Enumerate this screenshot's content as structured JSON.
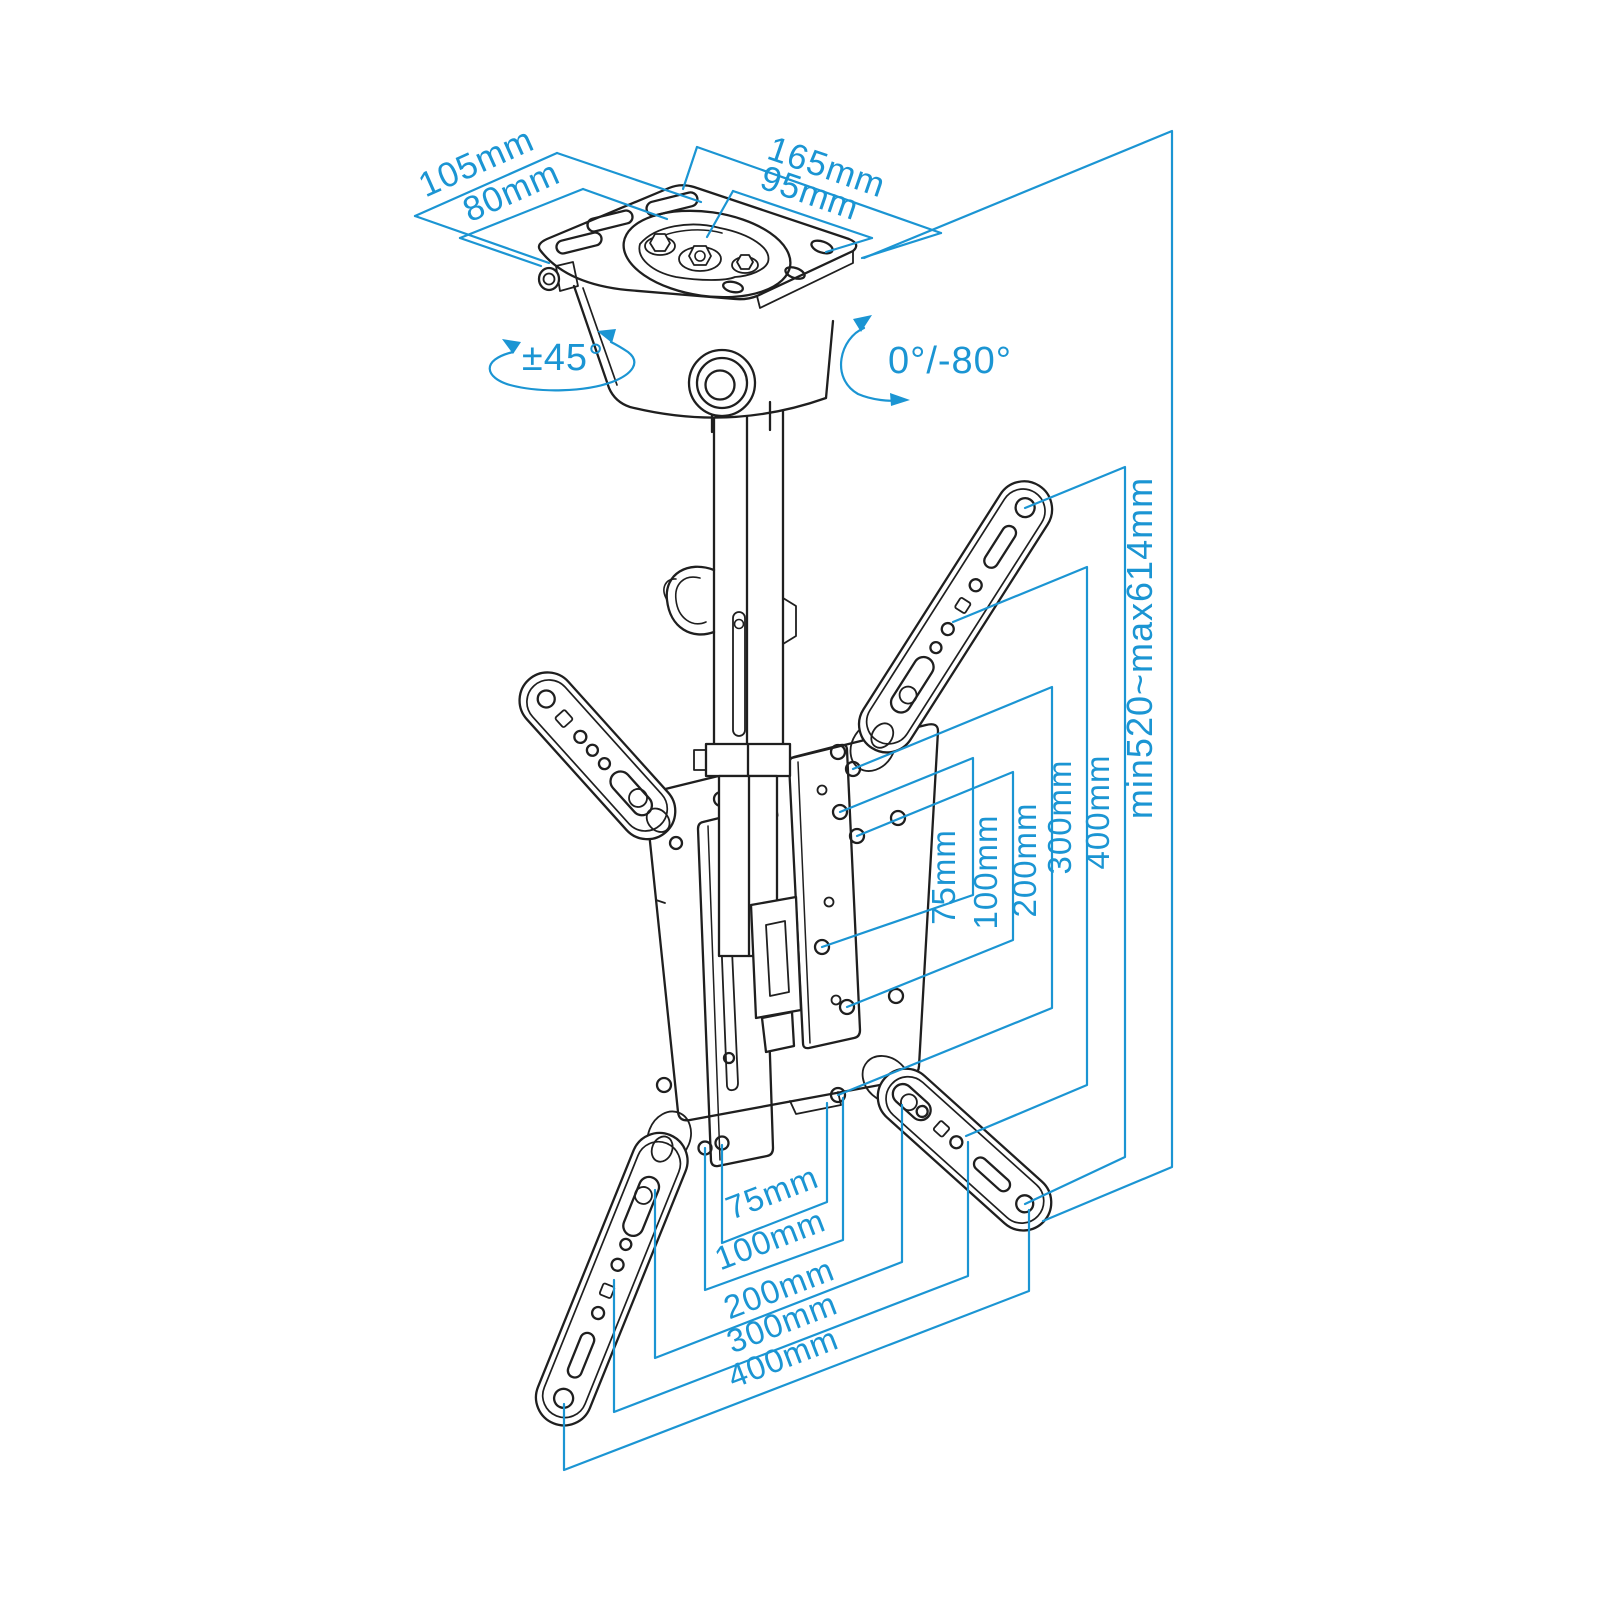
{
  "colors": {
    "accent": "#1b95d3",
    "ink": "#1f1f1f",
    "background": "#ffffff"
  },
  "ceiling_plate": {
    "depth": "105mm",
    "slot_spacing": "80mm",
    "width": "165mm",
    "hole_spacing": "95mm"
  },
  "rotation": {
    "swivel": "±45°",
    "tilt": "0°/-80°"
  },
  "height_range": "min520~max614mm",
  "vesa_vertical": [
    "75mm",
    "100mm",
    "200mm",
    "300mm",
    "400mm"
  ],
  "vesa_horizontal": [
    "75mm",
    "100mm",
    "200mm",
    "300mm",
    "400mm"
  ]
}
